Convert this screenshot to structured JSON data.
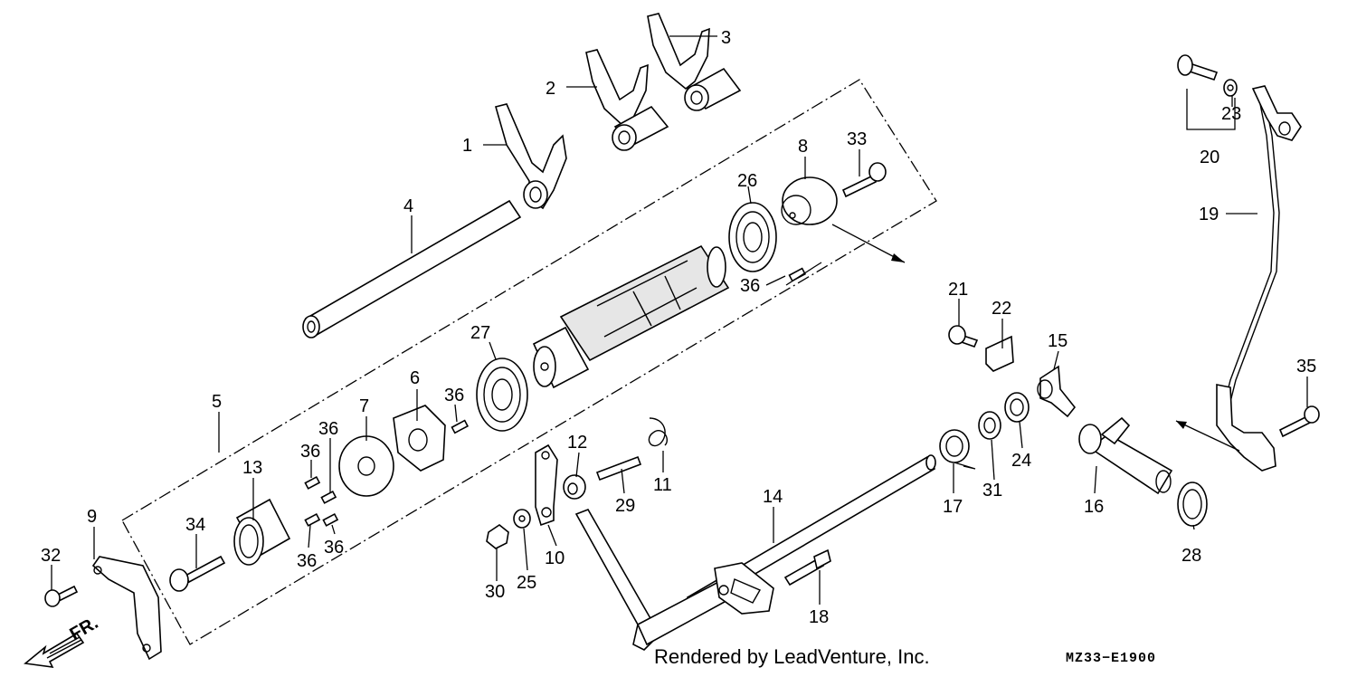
{
  "diagram": {
    "parts": [
      {
        "id": "1"
      },
      {
        "id": "2"
      },
      {
        "id": "3"
      },
      {
        "id": "4"
      },
      {
        "id": "5"
      },
      {
        "id": "6"
      },
      {
        "id": "7"
      },
      {
        "id": "8"
      },
      {
        "id": "9"
      },
      {
        "id": "10"
      },
      {
        "id": "11"
      },
      {
        "id": "12"
      },
      {
        "id": "13"
      },
      {
        "id": "14"
      },
      {
        "id": "15"
      },
      {
        "id": "16"
      },
      {
        "id": "17"
      },
      {
        "id": "18"
      },
      {
        "id": "19"
      },
      {
        "id": "20"
      },
      {
        "id": "21"
      },
      {
        "id": "22"
      },
      {
        "id": "23"
      },
      {
        "id": "24"
      },
      {
        "id": "25"
      },
      {
        "id": "26"
      },
      {
        "id": "27"
      },
      {
        "id": "28"
      },
      {
        "id": "29"
      },
      {
        "id": "30"
      },
      {
        "id": "31"
      },
      {
        "id": "32"
      },
      {
        "id": "33"
      },
      {
        "id": "34"
      },
      {
        "id": "35"
      },
      {
        "id": "36"
      }
    ],
    "extra_labels": [
      "36",
      "36",
      "36",
      "36",
      "36"
    ],
    "direction_label": "FR.",
    "credit": "Rendered by LeadVenture, Inc.",
    "diagram_code": "MZ33−E1900"
  }
}
